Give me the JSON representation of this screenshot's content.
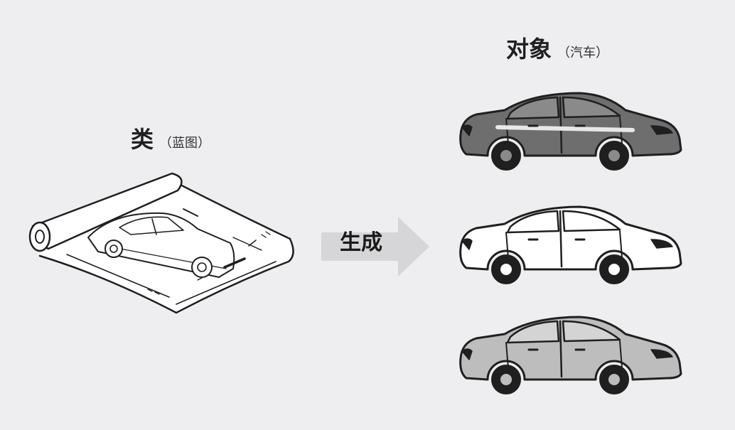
{
  "class_label": {
    "title": "类",
    "note": "（蓝图）"
  },
  "object_label": {
    "title": "对象",
    "note": "（汽车）"
  },
  "arrow": {
    "label": "生成"
  },
  "colors": {
    "background": "#eeeef1",
    "arrow": "#d6d6d8",
    "car_dark": "#6e6e6e",
    "car_white": "#ffffff",
    "car_light": "#bdbdbd",
    "outline": "#1f1f1f"
  },
  "objects": [
    {
      "name": "car-dark-gray",
      "color": "#6e6e6e"
    },
    {
      "name": "car-white",
      "color": "#ffffff"
    },
    {
      "name": "car-light-gray",
      "color": "#bdbdbd"
    }
  ]
}
